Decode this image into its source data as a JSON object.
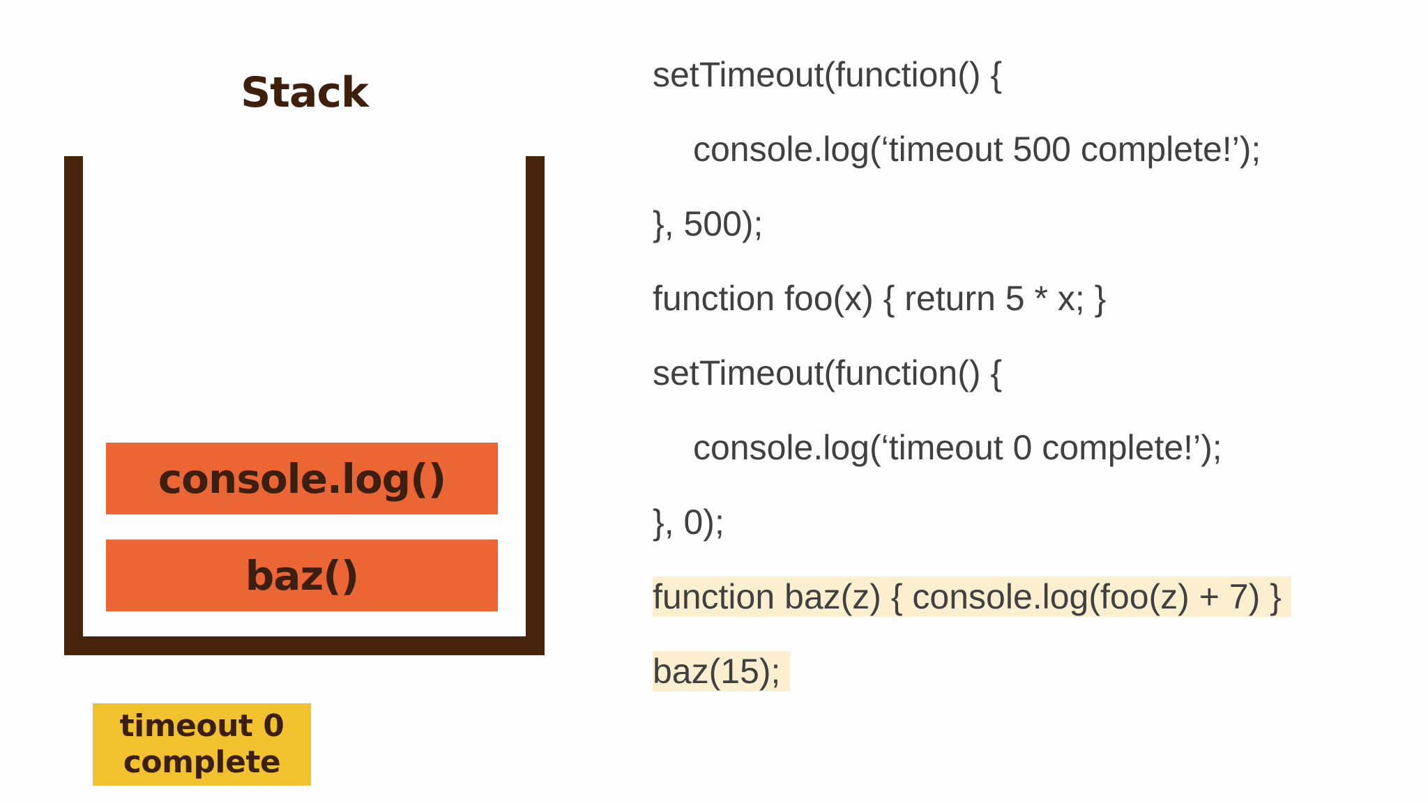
{
  "stack": {
    "title": "Stack",
    "frames": [
      {
        "label": "console.log()",
        "color": "#ec6534"
      },
      {
        "label": "baz()",
        "color": "#ec6534"
      }
    ],
    "wall_color": "#46230b"
  },
  "callback_queue": {
    "item": {
      "line1": "timeout 0",
      "line2": "complete",
      "color": "#f2c22e"
    }
  },
  "code": {
    "highlight_color": "#fbefd0",
    "lines": [
      {
        "text": "setTimeout(function() {",
        "indent": false,
        "highlighted": false
      },
      {
        "text": "console.log(‘timeout 500 complete!’);",
        "indent": true,
        "highlighted": false
      },
      {
        "text": "}, 500);",
        "indent": false,
        "highlighted": false
      },
      {
        "text": "function foo(x) { return 5 * x; }",
        "indent": false,
        "highlighted": false
      },
      {
        "text": "setTimeout(function() {",
        "indent": false,
        "highlighted": false
      },
      {
        "text": "console.log(‘timeout 0 complete!’);",
        "indent": true,
        "highlighted": false
      },
      {
        "text": "}, 0);",
        "indent": false,
        "highlighted": false
      },
      {
        "text": "function baz(z) { console.log(foo(z) + 7) }",
        "indent": false,
        "highlighted": true
      },
      {
        "text": "baz(15);",
        "indent": false,
        "highlighted": true
      }
    ]
  }
}
